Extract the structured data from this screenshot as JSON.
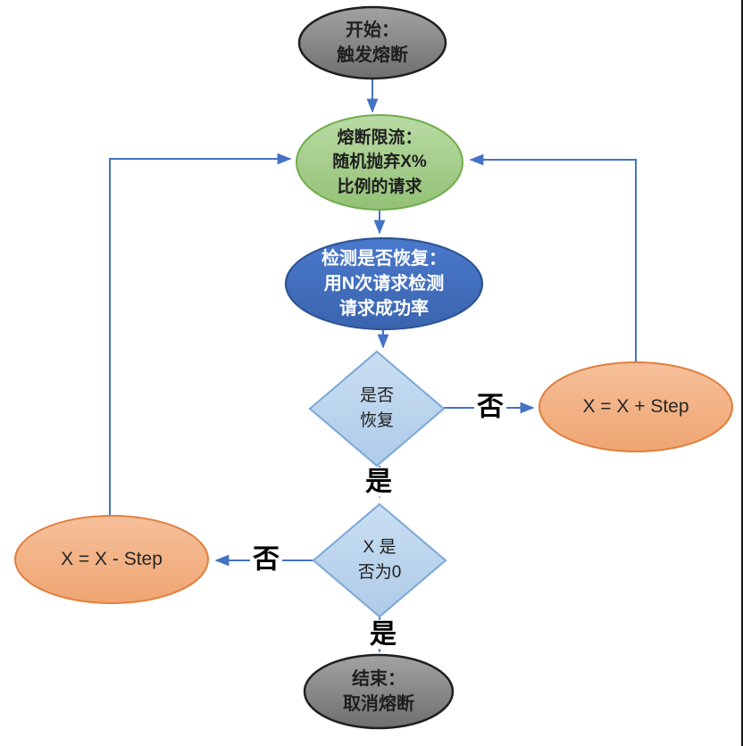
{
  "colors": {
    "arrow": "#4472c4",
    "gray_fill": "#8c8c8c",
    "gray_border": "#1f1f1f",
    "green_fill": "#a8cf8e",
    "green_border": "#6fad4c",
    "blue_fill": "#4472c4",
    "blue_border": "#2f5496",
    "diamond_fill": "#bdd7ee",
    "diamond_border": "#7ba7d7",
    "orange_fill": "#f2b28a",
    "orange_border": "#e07f3e",
    "text_dark": "#1f1f1f",
    "text_light": "#ffffff"
  },
  "nodes": {
    "start": {
      "lines": [
        "开始：",
        "触发熔断"
      ]
    },
    "limit": {
      "lines": [
        "熔断限流：",
        "随机抛弃X%",
        "比例的请求"
      ]
    },
    "detect": {
      "lines": [
        "检测是否恢复：",
        "用N次请求检测",
        "请求成功率"
      ]
    },
    "decision_recover": {
      "lines": [
        "是否",
        "恢复"
      ]
    },
    "increase": {
      "label": "X = X + Step"
    },
    "decision_zero": {
      "lines": [
        "X 是",
        "否为0"
      ]
    },
    "decrease": {
      "label": "X = X - Step"
    },
    "end": {
      "lines": [
        "结束：",
        "取消熔断"
      ]
    }
  },
  "edge_labels": {
    "recover_no": "否",
    "recover_yes": "是",
    "zero_no": "否",
    "zero_yes": "是"
  }
}
